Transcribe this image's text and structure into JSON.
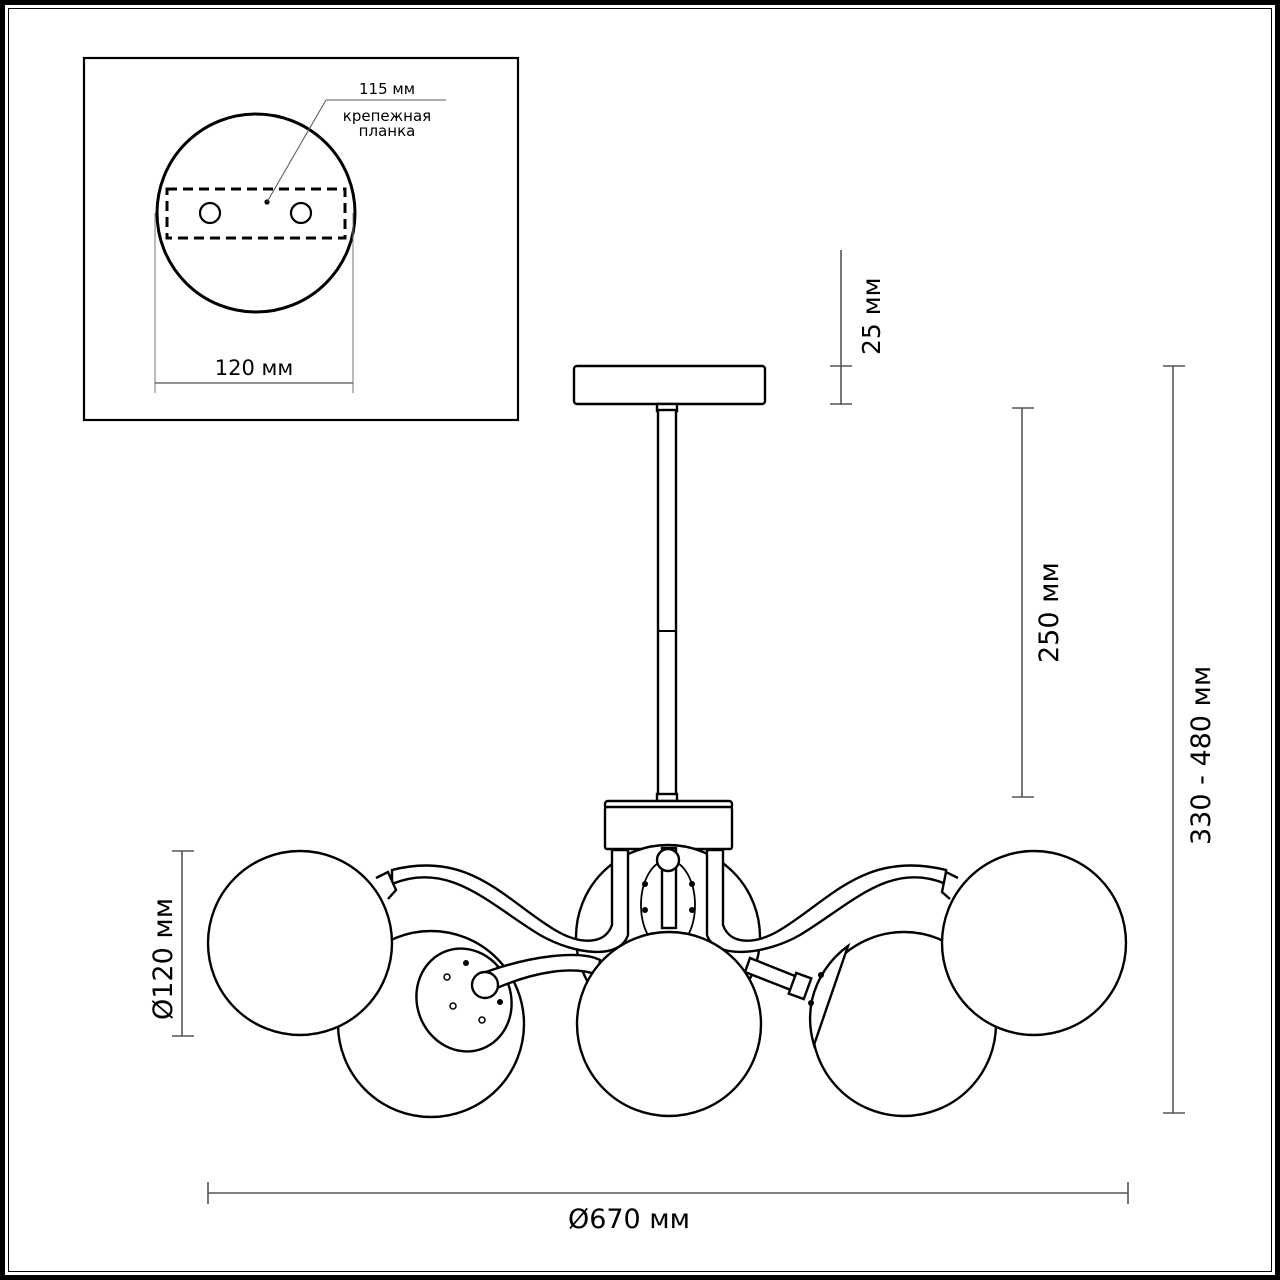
{
  "inset": {
    "title": "mounting plate detail",
    "plate_length_label": "115 мм",
    "plate_name_line1": "крепежная",
    "plate_name_line2": "планка",
    "canopy_diameter_label": "120 мм"
  },
  "dimensions": {
    "canopy_height": "25 мм",
    "rod_length": "250 мм",
    "total_height": "330 - 480 мм",
    "shade_diameter": "Ø120 мм",
    "overall_diameter": "Ø670 мм"
  },
  "fixture": {
    "type": "chandelier",
    "arms": 6,
    "shade": "glass globe"
  },
  "colors": {
    "line": "#000000",
    "dimension_line": "#555555",
    "background": "#ffffff"
  }
}
